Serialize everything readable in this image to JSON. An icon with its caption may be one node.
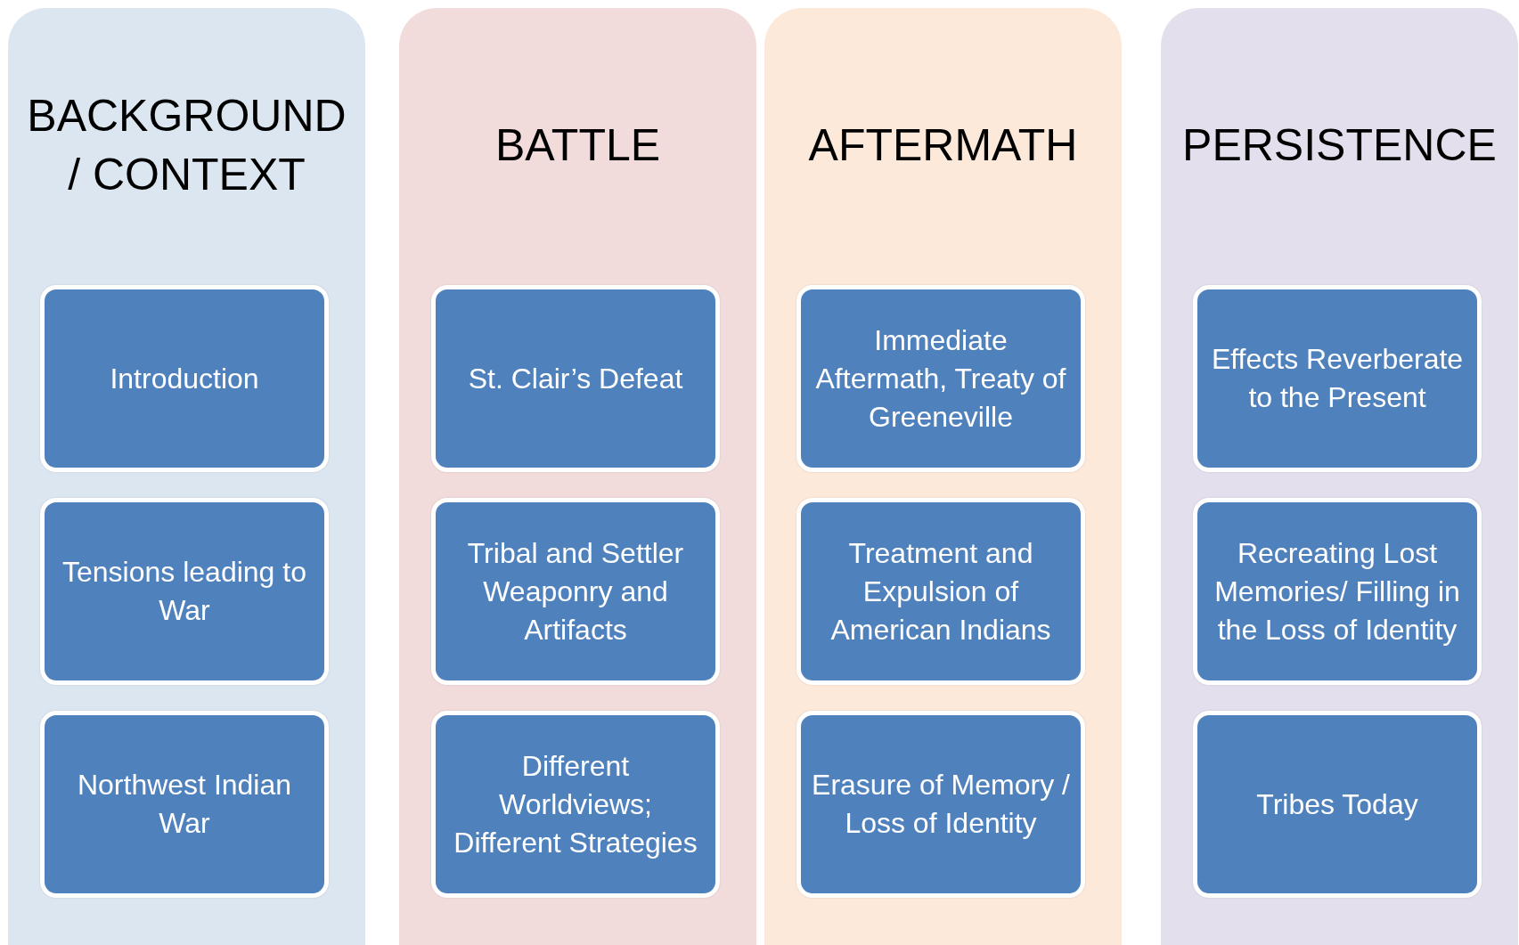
{
  "diagram": {
    "nodes": [
      {
        "text": [
          "BACKGROUND / CONTEXT"
        ]
      },
      {
        "text": [
          "Introduction"
        ],
        "in": 0
      },
      {
        "text": [
          "Tensions leading to War"
        ],
        "in": 0
      },
      {
        "text": [
          "Northwest Indian War"
        ],
        "in": 0
      },
      {
        "text": [
          "BATTLE"
        ]
      },
      {
        "text": [
          "St. Clair’s Defeat"
        ],
        "in": 4
      },
      {
        "text": [
          "Tribal and Settler Weaponry and Artifacts"
        ],
        "in": 4
      },
      {
        "text": [
          "Different Worldviews; Different Strategies"
        ],
        "in": 4
      },
      {
        "text": [
          "AFTERMATH"
        ]
      },
      {
        "text": [
          "Immediate Aftermath, Treaty of Greeneville"
        ],
        "in": 8
      },
      {
        "text": [
          "Treatment and Expulsion of American Indians"
        ],
        "in": 8
      },
      {
        "text": [
          "Erasure of Memory / Loss of Identity"
        ],
        "in": 8
      },
      {
        "text": [
          "PERSISTENCE"
        ]
      },
      {
        "text": [
          "Effects Reverberate to the Present"
        ],
        "in": 12
      },
      {
        "text": [
          "Recreating Lost Memories/ Filling in the Loss of Identity"
        ],
        "in": 12
      },
      {
        "text": [
          "Tribes Today"
        ],
        "in": 12
      }
    ]
  }
}
